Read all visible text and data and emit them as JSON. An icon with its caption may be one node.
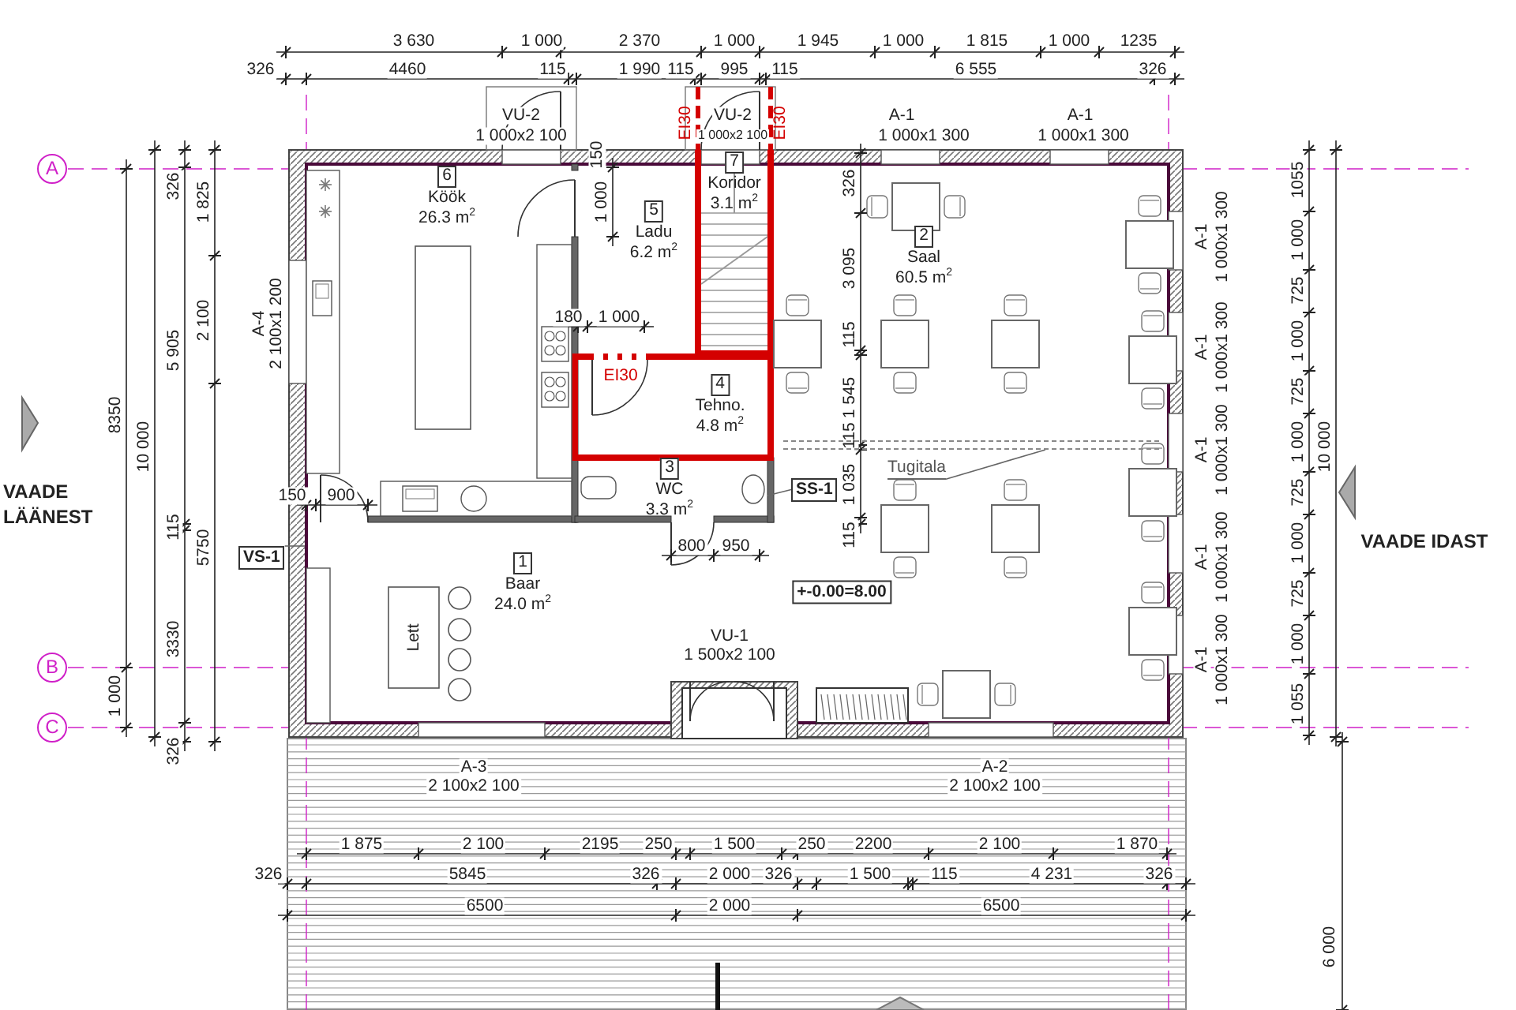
{
  "diagram": {
    "nodes": [
      {
        "text": [
          "6",
          "Köök",
          "26.3 m$^{2}$"
        ]
      },
      {
        "text": [
          "5",
          "Ladu",
          "6.2 m$^{2}$"
        ]
      },
      {
        "text": [
          "7",
          "Koridor",
          "3.1 m$^{2}$"
        ]
      },
      {
        "text": [
          "2",
          "Saal",
          "60.5 m$^{2}$"
        ]
      },
      {
        "text": [
          "4",
          "Tehno.",
          "4.8 m$^{2}$"
        ]
      },
      {
        "text": [
          "3",
          "WC",
          "3.3 m$^{2}$"
        ]
      },
      {
        "text": [
          "1",
          "Baar",
          "24.0 m$^{2}$"
        ]
      },
      {
        "text": [
          "A"
        ]
      },
      {
        "text": [
          "B"
        ]
      },
      {
        "text": [
          "C"
        ]
      },
      {
        "text": [
          "Tugitala"
        ]
      },
      {
        "text": [
          "VS-1"
        ]
      },
      {
        "text": [
          "SS-1"
        ]
      },
      {
        "text": [],
        "shape": "bar"
      }
    ],
    "edges": [
      {
        "from": 10,
        "to": 13,
        "arrow": "none"
      },
      {
        "from": 11,
        "to": null,
        "arrow": "none"
      },
      {
        "from": 12,
        "to": null,
        "arrow": "none"
      }
    ],
    "labels": [
      "3 630",
      "1 000",
      "2 370",
      "1 000",
      "1 945",
      "1 000",
      "1 815",
      "1 000",
      "1235",
      "326",
      "4460",
      "115",
      "1 990",
      "115",
      "995",
      "115",
      "6 555",
      "326",
      "VU-2",
      "1 000x2 100",
      "EI30",
      "VU-2",
      "1 000x2 100",
      "EI30",
      "A-1",
      "1 000x1 300",
      "A-1",
      "1 000x1 300",
      "326",
      "1 825",
      "5 905",
      "2 100",
      "8350",
      "10 000",
      "115",
      "5750",
      "3330",
      "1 000",
      "326",
      "A-4",
      "2 100x1 200",
      "VAADE LÄÄNEST",
      "150",
      "1 000",
      "180",
      "1 000",
      "EI30",
      "150",
      "900",
      "800",
      "950",
      "Lett",
      "+-0.00=8.00",
      "VU-1",
      "1 500x2 100",
      "326",
      "3 095",
      "115",
      "1 545",
      "115",
      "1 035",
      "115",
      "1055",
      "1 000",
      "725",
      "1 000",
      "725",
      "1 000",
      "725",
      "1 000",
      "725",
      "1 000",
      "1 055",
      "10 000",
      "A-1",
      "1 000x1 300",
      "A-1",
      "1 000x1 300",
      "A-1",
      "1 000x1 300",
      "A-1",
      "1 000x1 300",
      "A-1",
      "1 000x1 300",
      "VAADE IDAST",
      "A-3",
      "2 100x2 100",
      "A-2",
      "2 100x2 100",
      "1 875",
      "2 100",
      "2195",
      "250",
      "1 500",
      "250",
      "2200",
      "2 100",
      "1 870",
      "326",
      "5845",
      "326",
      "2 000",
      "326",
      "1 500",
      "115",
      "4 231",
      "326",
      "6500",
      "2 000",
      "6500",
      "6 000"
    ]
  }
}
